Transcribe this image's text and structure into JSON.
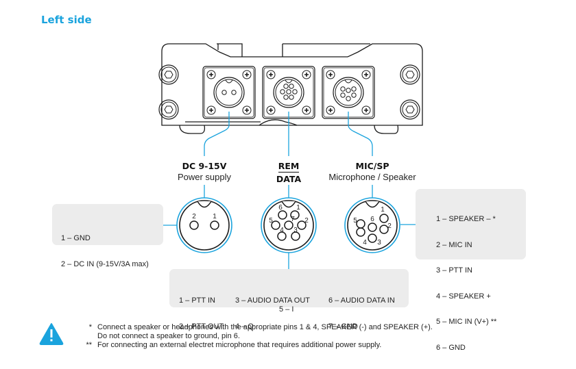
{
  "heading": "Left side",
  "colors": {
    "accent": "#1aa3dd",
    "panel": "#ececec",
    "line": "#1a1a1a"
  },
  "connectors": [
    {
      "id": "dc",
      "title": "DC 9-15V",
      "subtitle": "Power supply",
      "pins_shown": [
        "2",
        "1"
      ],
      "pinout": [
        "1 – GND",
        "2 – DC IN (9-15V/3A max)"
      ]
    },
    {
      "id": "rem",
      "title_top": "REM",
      "title_bottom": "DATA",
      "pins_shown": [
        "1",
        "2",
        "3",
        "4",
        "5",
        "6",
        "7"
      ],
      "pinout": {
        "col1": [
          "1 – PTT IN",
          "2 – PTT OUT"
        ],
        "col2": [
          "3 – AUDIO DATA OUT",
          "4 – Q"
        ],
        "col2b": "5 – I",
        "col3": [
          "6 – AUDIO DATA IN",
          "7 – GND"
        ]
      }
    },
    {
      "id": "mic",
      "title": "MIC/SP",
      "subtitle": "Microphone / Speaker",
      "pins_shown": [
        "1",
        "2",
        "3",
        "4",
        "5",
        "6"
      ],
      "pinout": [
        "1 – SPEAKER – *",
        "2 – MIC IN",
        "3 – PTT IN",
        "4 – SPEAKER +",
        "5 – MIC IN (V+) **",
        "6 – GND"
      ]
    }
  ],
  "notes": {
    "icon": "warning-icon",
    "items": [
      {
        "mark": "*",
        "lines": [
          "Connect a speaker or headphones with the appropriate pins 1 & 4, SPEAKER (-) and SPEAKER (+).",
          "Do not connect a speaker to ground, pin 6."
        ]
      },
      {
        "mark": "**",
        "lines": [
          "For connecting an external electret microphone that requires additional power supply."
        ]
      }
    ]
  }
}
